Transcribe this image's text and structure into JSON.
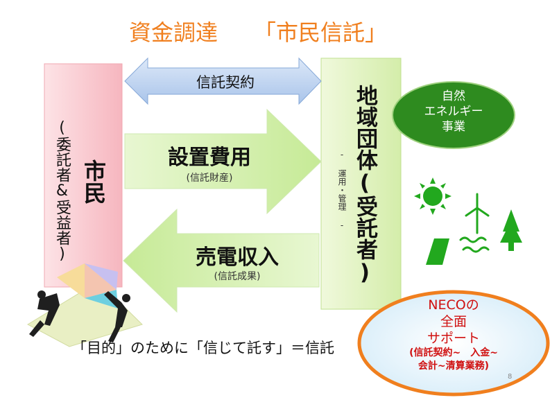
{
  "title": {
    "part1": "資金調達",
    "part2": "「市民信託」",
    "color": "#f07f1e"
  },
  "left_box": {
    "main": "市民",
    "sub": "(委託者&受益者)",
    "fill": "#fbcfd4"
  },
  "right_box": {
    "main": "地域団体(受託者)",
    "sub": "- 運用・管理 -",
    "fill": "#e6f5c7"
  },
  "contract_arrow": {
    "label": "信託契約",
    "fill": "#bcd3f0"
  },
  "upper_arrow": {
    "title": "設置費用",
    "sub": "(信託財産)",
    "fill": "#d9f2b8"
  },
  "lower_arrow": {
    "title": "売電収入",
    "sub": "(信託成果)",
    "fill": "#d9f2b8"
  },
  "energy_ellipse": {
    "lines": [
      "自然",
      "エネルギー",
      "事業"
    ],
    "fill": "#2e8b1f"
  },
  "bottom_caption": "「目的」のために「信じて託す」＝信託",
  "neco_ellipse": {
    "lines": [
      "NECOの",
      "全面",
      "サポート"
    ],
    "detail": [
      "(信託契約~　入金~",
      "会計~清算業務)"
    ],
    "border": "#f07f1e"
  },
  "page_number": "8",
  "icons": [
    "sun-icon",
    "wind-turbine-icon",
    "solar-panel-icon",
    "water-wave-icon",
    "tree-icon",
    "business-people-pie-chart-image"
  ]
}
